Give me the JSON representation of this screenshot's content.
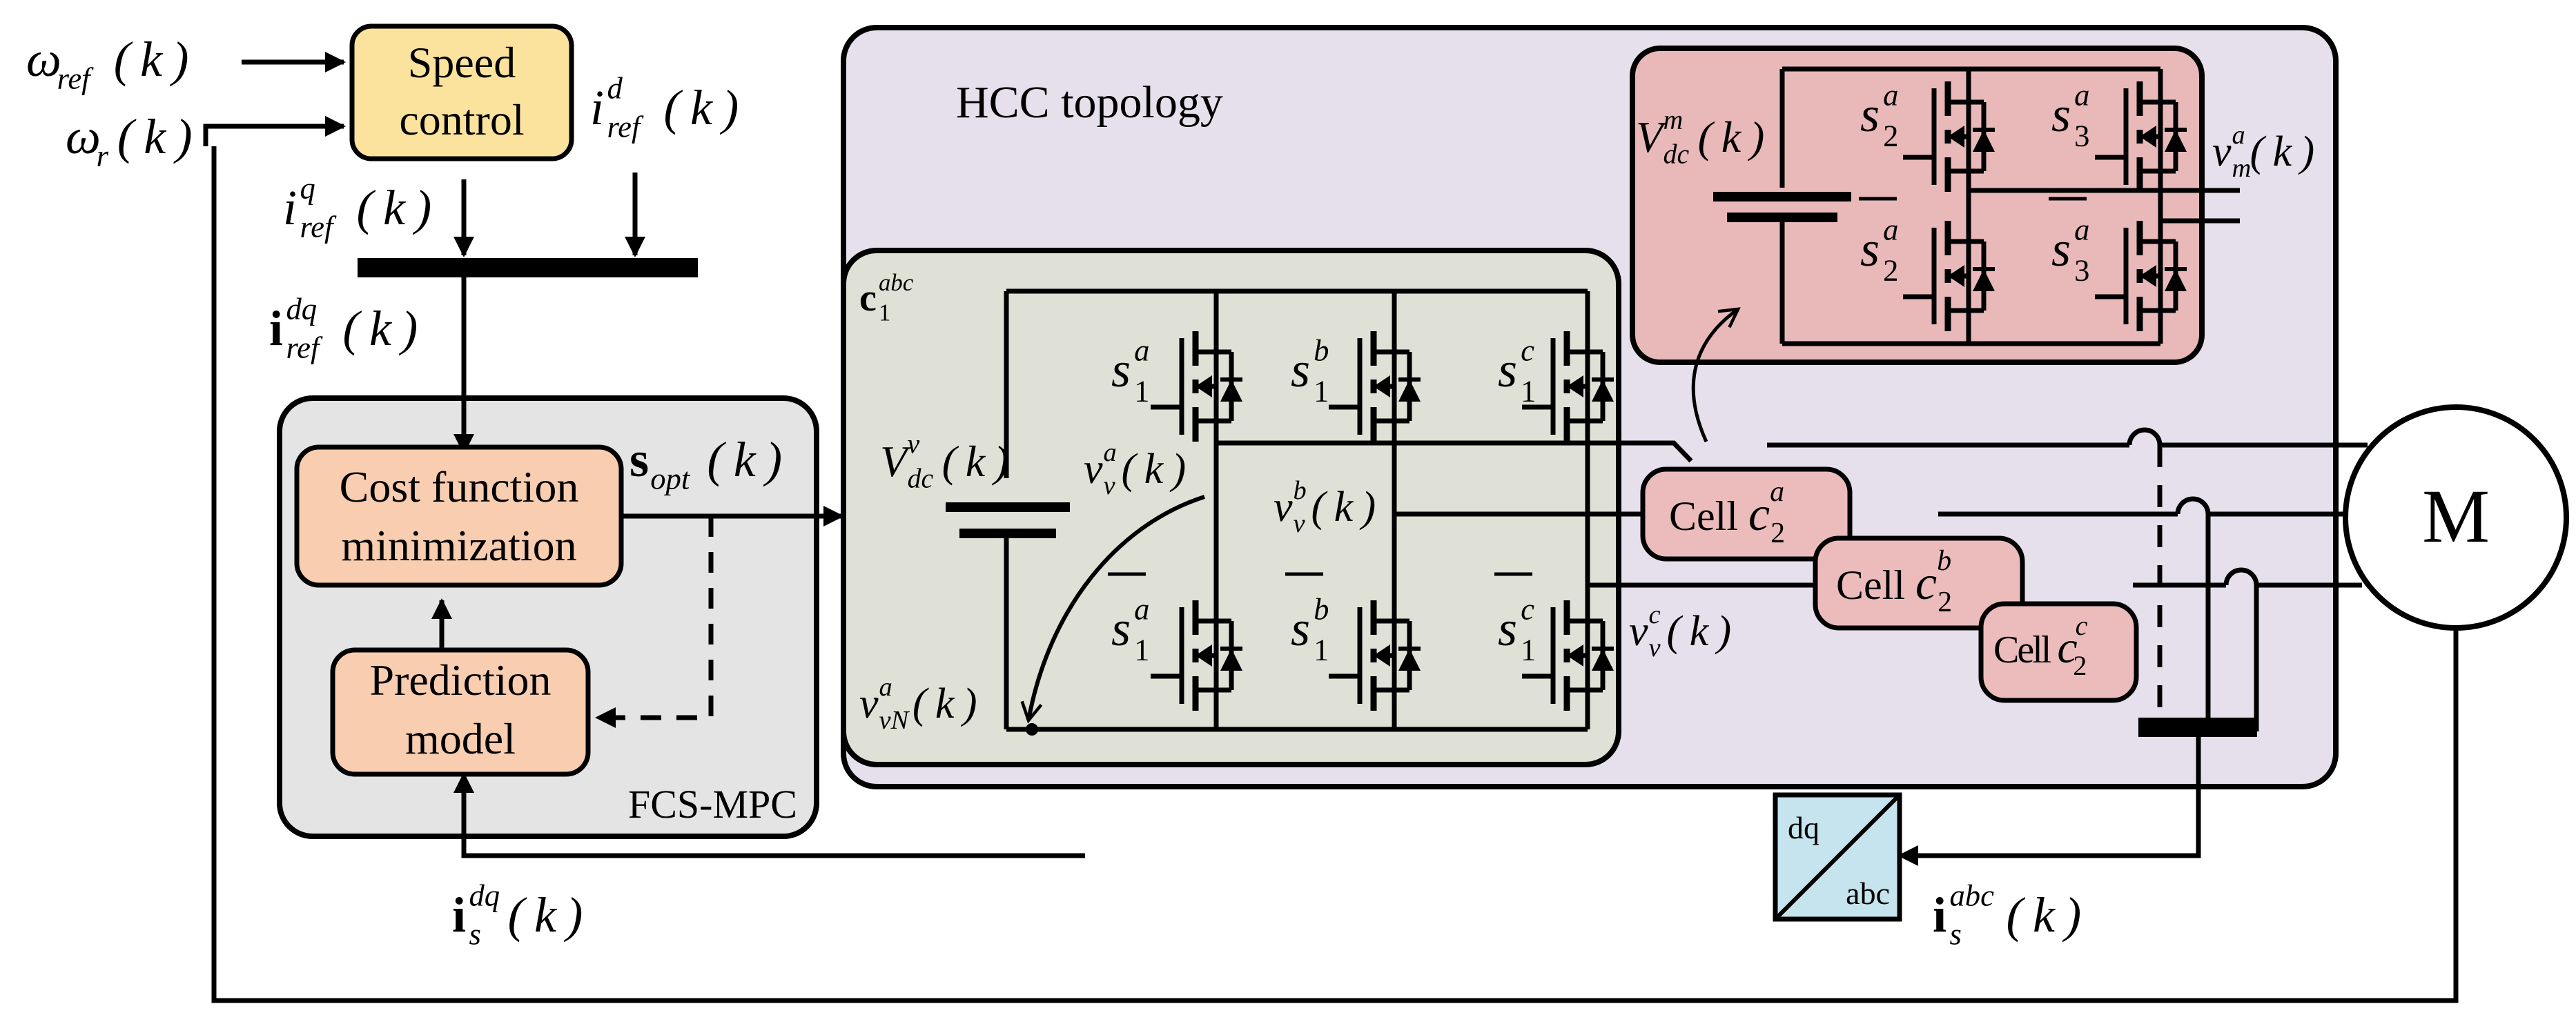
{
  "blocks": {
    "speed_control": {
      "line1": "Speed",
      "line2": "control",
      "fill": "#fbe39d"
    },
    "cost_function": {
      "line1": "Cost function",
      "line2": "minimization",
      "fill": "#f8cdb0"
    },
    "prediction_model": {
      "line1": "Prediction",
      "line2": "model",
      "fill": "#f8cdb0"
    },
    "fcs_mpc": {
      "label": "FCS-MPC",
      "fill": "#e4e4e4"
    },
    "hcc_topology": {
      "label": "HCC topology",
      "fill": "#e6e0ec"
    },
    "inverter_panel": {
      "fill": "#dfe1d6"
    },
    "cell_detail": {
      "fill": "#e9b9b9"
    },
    "cells": [
      {
        "prefix": "Cell ",
        "sym": "c",
        "sub": "2",
        "sup": "a"
      },
      {
        "prefix": "Cell ",
        "sym": "c",
        "sub": "2",
        "sup": "b"
      },
      {
        "prefix": "Cell ",
        "sym": "c",
        "sub": "2",
        "sup": "c"
      }
    ],
    "cell_fill": "#ecbcbc",
    "motor": {
      "label": "M"
    },
    "transform": {
      "top": "dq",
      "bottom": "abc",
      "fill": "#c6e4ee"
    }
  },
  "signals": {
    "omega_ref": {
      "sym": "ω",
      "sub": "ref",
      "arg": "(k)"
    },
    "omega_r": {
      "sym": "ω",
      "sub": "r",
      "arg": "(k)"
    },
    "i_ref_d": {
      "sym": "i",
      "sup": "d",
      "sub": "ref",
      "arg": "(k)"
    },
    "i_ref_q": {
      "sym": "i",
      "sup": "q",
      "sub": "ref",
      "arg": "(k)"
    },
    "i_ref_dq": {
      "sym": "i",
      "sup": "dq",
      "sub": "ref",
      "arg": "(k)"
    },
    "s_opt": {
      "sym": "s",
      "sub": "opt",
      "arg": "(k)"
    },
    "i_s_dq": {
      "sym": "i",
      "sup": "dq",
      "sub": "s",
      "arg": "(k)"
    },
    "i_s_abc": {
      "sym": "i",
      "sup": "abc",
      "sub": "s",
      "arg": "(k)"
    },
    "c1_abc": {
      "sym": "c",
      "sup": "abc",
      "sub": "1"
    },
    "v_dc_v": {
      "sym": "V",
      "sup": "v",
      "sub": "dc",
      "arg": "(k)"
    },
    "v_dc_m": {
      "sym": "V",
      "sup": "m",
      "sub": "dc",
      "arg": "(k)"
    },
    "v_v_a": {
      "sym": "v",
      "sup": "a",
      "sub": "v",
      "arg": "(k)"
    },
    "v_v_b": {
      "sym": "v",
      "sup": "b",
      "sub": "v",
      "arg": "(k)"
    },
    "v_v_c": {
      "sym": "v",
      "sup": "c",
      "sub": "v",
      "arg": "(k)"
    },
    "v_vN_a": {
      "sym": "v",
      "sup": "a",
      "sub": "vN",
      "arg": "(k)"
    },
    "v_m_a": {
      "sym": "v",
      "sup": "a",
      "sub": "m",
      "arg": "(k)"
    }
  },
  "switches": {
    "s1_top": [
      {
        "sup": "a",
        "sub": "1"
      },
      {
        "sup": "b",
        "sub": "1"
      },
      {
        "sup": "c",
        "sub": "1"
      }
    ],
    "s1_bottom": [
      {
        "sup": "a",
        "sub": "1"
      },
      {
        "sup": "b",
        "sub": "1"
      },
      {
        "sup": "c",
        "sub": "1"
      }
    ],
    "cell_top": [
      {
        "sup": "a",
        "sub": "2"
      },
      {
        "sup": "a",
        "sub": "3"
      }
    ],
    "cell_bottom": [
      {
        "sup": "a",
        "sub": "2"
      },
      {
        "sup": "a",
        "sub": "3"
      }
    ],
    "sym": "s"
  }
}
